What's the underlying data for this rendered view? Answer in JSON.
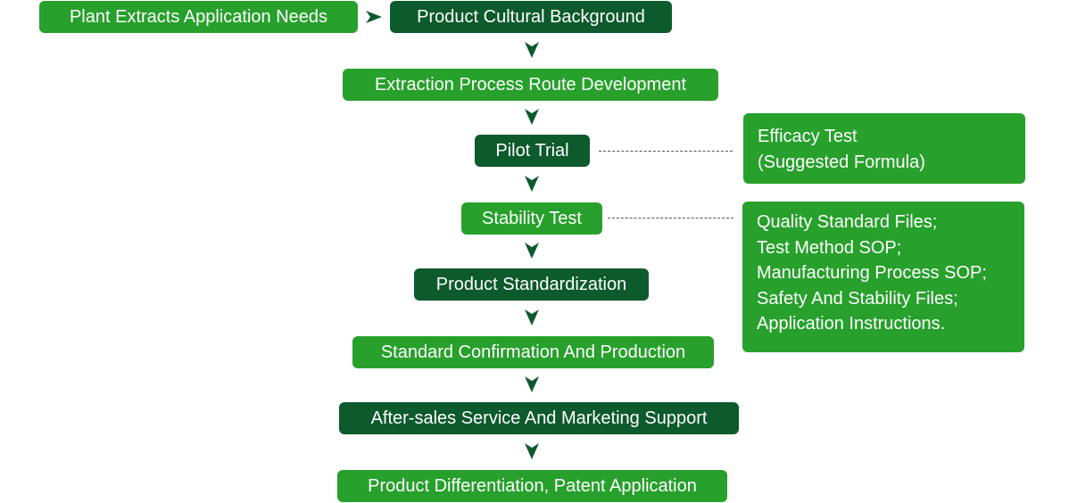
{
  "colors": {
    "light_green": "#27a02c",
    "dark_green": "#0d5a2c",
    "arrow": "#0d5a2c",
    "connector": "#555555"
  },
  "steps": {
    "needs": "Plant Extracts Application Needs",
    "background": "Product Cultural Background",
    "route": "Extraction Process Route Development",
    "pilot": "Pilot Trial",
    "stability": "Stability Test",
    "standardization": "Product Standardization",
    "confirmation": "Standard Confirmation And Production",
    "aftersales": "After-sales Service And Marketing Support",
    "differentiation": "Product Differentiation, Patent Application"
  },
  "side_boxes": {
    "efficacy": [
      "Efficacy Test",
      "(Suggested Formula)"
    ],
    "documents": [
      "Quality Standard Files;",
      "Test Method SOP;",
      "Manufacturing Process SOP;",
      "Safety And Stability Files;",
      "Application Instructions."
    ]
  }
}
